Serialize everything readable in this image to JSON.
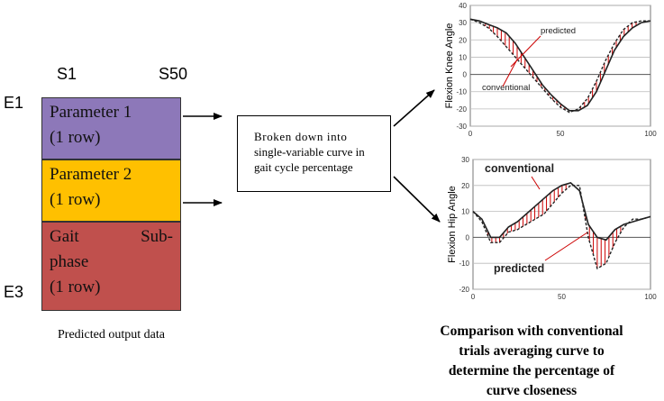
{
  "left": {
    "s1": "S1",
    "s50": "S50",
    "e1": "E1",
    "e3": "E3",
    "block1": {
      "line1": "Parameter 1",
      "line2": "(1 row)"
    },
    "block2": {
      "line1": "Parameter 2",
      "line2": "(1 row)"
    },
    "block3": {
      "line1a": "Gait",
      "line1b": "Sub-",
      "line2": "phase",
      "line3": "(1 row)"
    },
    "caption": "Predicted output data"
  },
  "middle": {
    "line1": "Broken down into",
    "line2": "single-variable curve in",
    "line3": "gait cycle percentage"
  },
  "bottom_caption": {
    "line1": "Comparison with conventional",
    "line2": "trials averaging curve to",
    "line3": "determine the percentage of",
    "line4": "curve closeness"
  },
  "chart_data": [
    {
      "type": "line",
      "ylabel": "Flexion Knee Angle",
      "xlim": [
        0,
        100
      ],
      "ylim": [
        -30,
        40
      ],
      "xticks": [
        "0",
        "50",
        "100"
      ],
      "yticks": [
        "40",
        "30",
        "20",
        "10",
        "0",
        "-10",
        "-20",
        "-30"
      ],
      "annotations": [
        "predicted",
        "conventional"
      ],
      "series": [
        {
          "name": "predicted",
          "x": [
            0,
            5,
            10,
            15,
            20,
            25,
            30,
            35,
            40,
            45,
            50,
            55,
            60,
            65,
            70,
            75,
            80,
            85,
            90,
            95,
            100
          ],
          "values": [
            32,
            30,
            27,
            22,
            16,
            10,
            4,
            -2,
            -8,
            -14,
            -19,
            -22,
            -20,
            -14,
            -4,
            8,
            18,
            26,
            30,
            31,
            31
          ]
        },
        {
          "name": "conventional",
          "x": [
            0,
            5,
            10,
            15,
            20,
            25,
            30,
            35,
            40,
            45,
            50,
            55,
            60,
            65,
            70,
            75,
            80,
            85,
            90,
            95,
            100
          ],
          "values": [
            32,
            31,
            29,
            27,
            24,
            18,
            10,
            2,
            -6,
            -12,
            -17,
            -21,
            -21,
            -18,
            -10,
            2,
            14,
            22,
            27,
            30,
            31
          ]
        }
      ]
    },
    {
      "type": "line",
      "ylabel": "Flexion Hip Angle",
      "xlim": [
        0,
        100
      ],
      "ylim": [
        -20,
        30
      ],
      "xticks": [
        "0",
        "50",
        "100"
      ],
      "yticks": [
        "30",
        "20",
        "10",
        "0",
        "-10",
        "-20"
      ],
      "annotations": [
        "conventional",
        "predicted"
      ],
      "series": [
        {
          "name": "conventional",
          "x": [
            0,
            5,
            10,
            15,
            20,
            25,
            30,
            35,
            40,
            45,
            50,
            55,
            60,
            65,
            70,
            75,
            80,
            85,
            90,
            95,
            100
          ],
          "values": [
            10,
            7,
            0,
            0,
            4,
            6,
            9,
            12,
            15,
            18,
            20,
            21,
            18,
            5,
            0,
            -1,
            3,
            5,
            6,
            7,
            8
          ]
        },
        {
          "name": "predicted",
          "x": [
            0,
            5,
            10,
            15,
            20,
            25,
            30,
            35,
            40,
            45,
            50,
            55,
            60,
            65,
            70,
            75,
            80,
            85,
            90,
            95,
            100
          ],
          "values": [
            10,
            6,
            -2,
            -2,
            2,
            3,
            5,
            7,
            9,
            13,
            17,
            20,
            20,
            0,
            -12,
            -10,
            -2,
            4,
            7,
            7,
            8
          ]
        }
      ]
    }
  ]
}
